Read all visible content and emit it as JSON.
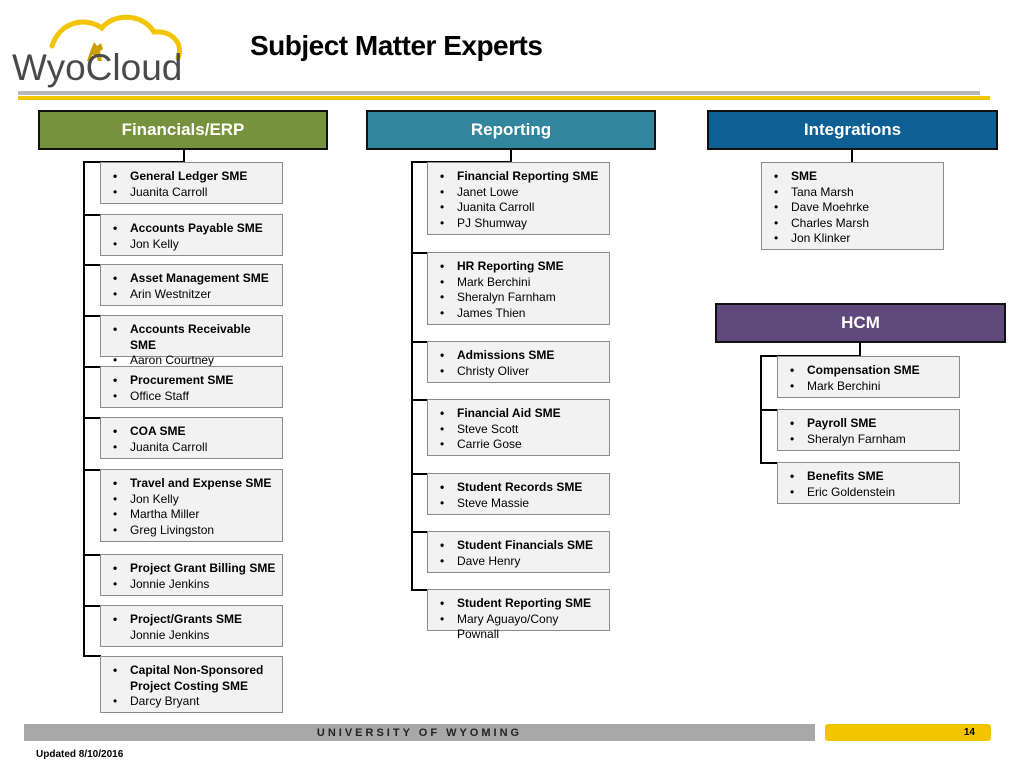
{
  "header": {
    "logo_text": "WyoCloud",
    "title": "Subject Matter Experts"
  },
  "colors": {
    "financials": "#76923c",
    "reporting": "#31859c",
    "integrations": "#0e5f93",
    "hcm": "#5f497a",
    "gold": "#f2c500"
  },
  "financials": {
    "title": "Financials/ERP",
    "boxes": [
      {
        "items": [
          {
            "text": "General Ledger SME",
            "bold": true,
            "bullet": true
          },
          {
            "text": "Juanita Carroll",
            "bold": false,
            "bullet": true
          }
        ]
      },
      {
        "items": [
          {
            "text": "Accounts Payable SME",
            "bold": true,
            "bullet": true
          },
          {
            "text": "Jon Kelly",
            "bold": false,
            "bullet": true
          }
        ]
      },
      {
        "items": [
          {
            "text": "Asset Management SME",
            "bold": true,
            "bullet": true
          },
          {
            "text": "Arin Westnitzer",
            "bold": false,
            "bullet": true
          }
        ]
      },
      {
        "items": [
          {
            "text": "Accounts Receivable SME",
            "bold": true,
            "bullet": true
          },
          {
            "text": "Aaron Courtney",
            "bold": false,
            "bullet": true
          }
        ]
      },
      {
        "items": [
          {
            "text": "Procurement SME",
            "bold": true,
            "bullet": true
          },
          {
            "text": "Office Staff",
            "bold": false,
            "bullet": true
          }
        ]
      },
      {
        "items": [
          {
            "text": "COA SME",
            "bold": true,
            "bullet": true
          },
          {
            "text": "Juanita Carroll",
            "bold": false,
            "bullet": true
          }
        ]
      },
      {
        "items": [
          {
            "text": "Travel and Expense SME",
            "bold": true,
            "bullet": true
          },
          {
            "text": "Jon Kelly",
            "bold": false,
            "bullet": true
          },
          {
            "text": "Martha Miller",
            "bold": false,
            "bullet": true
          },
          {
            "text": "Greg Livingston",
            "bold": false,
            "bullet": true
          }
        ]
      },
      {
        "items": [
          {
            "text": "Project Grant Billing SME",
            "bold": true,
            "bullet": true
          },
          {
            "text": "Jonnie Jenkins",
            "bold": false,
            "bullet": true
          }
        ]
      },
      {
        "items": [
          {
            "text": "Project/Grants SME",
            "bold": true,
            "bullet": true
          },
          {
            "text": "Jonnie Jenkins",
            "bold": false,
            "bullet": false
          }
        ]
      },
      {
        "items": [
          {
            "text": "Capital Non-Sponsored",
            "bold": true,
            "bullet": true
          },
          {
            "text": "Project Costing SME",
            "bold": true,
            "bullet": false
          },
          {
            "text": "Darcy Bryant",
            "bold": false,
            "bullet": true
          }
        ]
      }
    ]
  },
  "reporting": {
    "title": "Reporting",
    "boxes": [
      {
        "items": [
          {
            "text": "Financial Reporting SME",
            "bold": true,
            "bullet": true
          },
          {
            "text": "Janet Lowe",
            "bold": false,
            "bullet": true
          },
          {
            "text": "Juanita Carroll",
            "bold": false,
            "bullet": true
          },
          {
            "text": "PJ Shumway",
            "bold": false,
            "bullet": true
          }
        ]
      },
      {
        "items": [
          {
            "text": "HR Reporting SME",
            "bold": true,
            "bullet": true
          },
          {
            "text": "Mark Berchini",
            "bold": false,
            "bullet": true
          },
          {
            "text": "Sheralyn Farnham",
            "bold": false,
            "bullet": true
          },
          {
            "text": "James Thien",
            "bold": false,
            "bullet": true
          }
        ]
      },
      {
        "items": [
          {
            "text": "Admissions SME",
            "bold": true,
            "bullet": true
          },
          {
            "text": "Christy Oliver",
            "bold": false,
            "bullet": true
          }
        ]
      },
      {
        "items": [
          {
            "text": "Financial Aid SME",
            "bold": true,
            "bullet": true
          },
          {
            "text": "Steve Scott",
            "bold": false,
            "bullet": true
          },
          {
            "text": "Carrie Gose",
            "bold": false,
            "bullet": true
          }
        ]
      },
      {
        "items": [
          {
            "text": "Student Records SME",
            "bold": true,
            "bullet": true
          },
          {
            "text": "Steve Massie",
            "bold": false,
            "bullet": true
          }
        ]
      },
      {
        "items": [
          {
            "text": "Student Financials SME",
            "bold": true,
            "bullet": true
          },
          {
            "text": "Dave Henry",
            "bold": false,
            "bullet": true
          }
        ]
      },
      {
        "items": [
          {
            "text": "Student Reporting SME",
            "bold": true,
            "bullet": true
          },
          {
            "text": "Mary Aguayo/Cony Pownall",
            "bold": false,
            "bullet": true
          }
        ]
      }
    ]
  },
  "integrations": {
    "title": "Integrations",
    "boxes": [
      {
        "items": [
          {
            "text": "SME",
            "bold": true,
            "bullet": true
          },
          {
            "text": "Tana Marsh",
            "bold": false,
            "bullet": true
          },
          {
            "text": "Dave Moehrke",
            "bold": false,
            "bullet": true
          },
          {
            "text": "Charles Marsh",
            "bold": false,
            "bullet": true
          },
          {
            "text": "Jon Klinker",
            "bold": false,
            "bullet": true
          }
        ]
      }
    ]
  },
  "hcm": {
    "title": "HCM",
    "boxes": [
      {
        "items": [
          {
            "text": "Compensation SME",
            "bold": true,
            "bullet": true
          },
          {
            "text": "Mark Berchini",
            "bold": false,
            "bullet": true
          }
        ]
      },
      {
        "items": [
          {
            "text": "Payroll SME",
            "bold": true,
            "bullet": true
          },
          {
            "text": "Sheralyn Farnham",
            "bold": false,
            "bullet": true
          }
        ]
      },
      {
        "items": [
          {
            "text": "Benefits SME",
            "bold": true,
            "bullet": true
          },
          {
            "text": "Eric Goldenstein",
            "bold": false,
            "bullet": true
          }
        ]
      }
    ]
  },
  "footer": {
    "university": "UNIVERSITY OF WYOMING",
    "page_number": "14",
    "updated": "Updated 8/10/2016"
  }
}
